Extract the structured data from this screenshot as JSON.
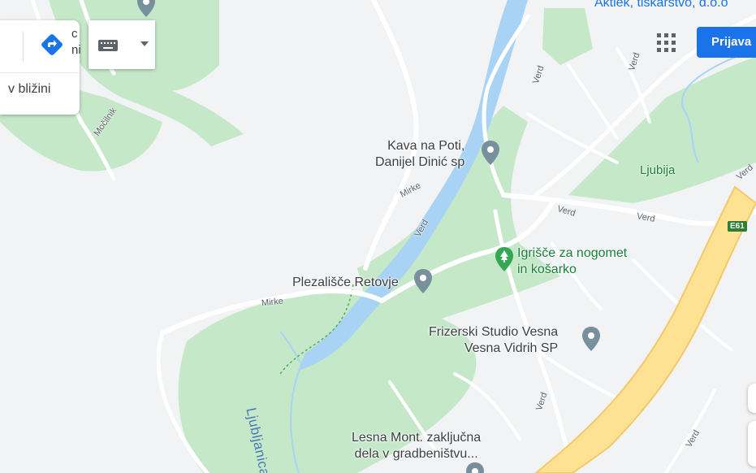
{
  "search_panel": {
    "nearby_label": "v bližini",
    "partial_text_1": "c",
    "partial_text_2": "ni"
  },
  "toolbar": {
    "keyboard_icon": "keyboard-icon",
    "dropdown_icon": "caret-down-icon",
    "directions_icon": "directions-icon"
  },
  "header": {
    "apps_icon": "apps-grid-icon",
    "signin_label": "Prijava",
    "top_text": "Aktiek, tiskarstvo, d.o.o"
  },
  "map": {
    "pois": {
      "kava": "Kava na Poti,\nDanijel Dinić sp",
      "plezalisce": "Plezališče Retovje",
      "frizerski": "Frizerski Studio Vesna\nVesna Vidrih SP",
      "lesna": "Lesna Mont. zaključna\ndela v gradbeništvu..."
    },
    "parks": {
      "igrisce": "Igrišče za nogomet\nin košarko",
      "ljubija": "Ljubija"
    },
    "roads": {
      "verd": "Verd",
      "mirke": "Mirke",
      "mocilnik": "Močilnik"
    },
    "highway_badge": "E61",
    "river": "Ljubljanica",
    "colors": {
      "land": "#f1f3f4",
      "park": "#c5e8c9",
      "water": "#a8d3f5",
      "highway": "#fde293",
      "highway_edge": "#f3c96a",
      "accent": "#1a73e8",
      "poi_pin": "#78909c",
      "park_pin": "#34a853"
    }
  }
}
